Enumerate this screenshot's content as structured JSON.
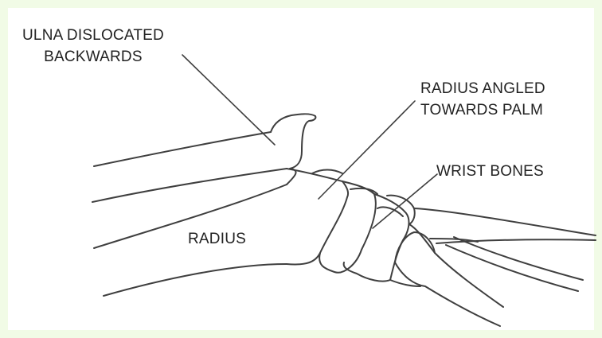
{
  "labels": {
    "ulna": [
      "ULNA DISLOCATED",
      "BACKWARDS"
    ],
    "radius_angled": [
      "RADIUS ANGLED",
      "TOWARDS PALM"
    ],
    "wrist_bones": "WRIST BONES",
    "radius": "RADIUS"
  },
  "colors": {
    "background_border": "#f1fbe6",
    "canvas": "#ffffff",
    "ink": "#3a3a3a"
  }
}
